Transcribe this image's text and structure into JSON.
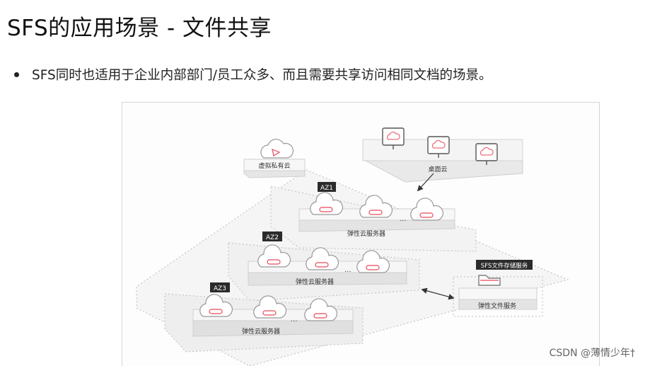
{
  "slide": {
    "title": "SFS的应用场景 - 文件共享",
    "bullet": "SFS同时也适用于企业内部部门/员工众多、而且需要共享访问相同文档的场景。"
  },
  "diagram": {
    "vpc_label": "虚拟私有云",
    "desktop_label": "桌面云",
    "zones": [
      {
        "tag": "AZ1",
        "label": "弹性云服务器",
        "ellipsis": "···"
      },
      {
        "tag": "AZ2",
        "label": "弹性云服务器",
        "ellipsis": "···"
      },
      {
        "tag": "AZ3",
        "label": "弹性云服务器",
        "ellipsis": "···"
      }
    ],
    "sfs_tag": "SFS文件存储服务",
    "sfs_label": "弹性文件服务"
  },
  "watermark": "CSDN @薄情少年†",
  "colors": {
    "accent": "#e8495a",
    "dark_tag": "#2b2b2b",
    "platform": "#ececec"
  }
}
